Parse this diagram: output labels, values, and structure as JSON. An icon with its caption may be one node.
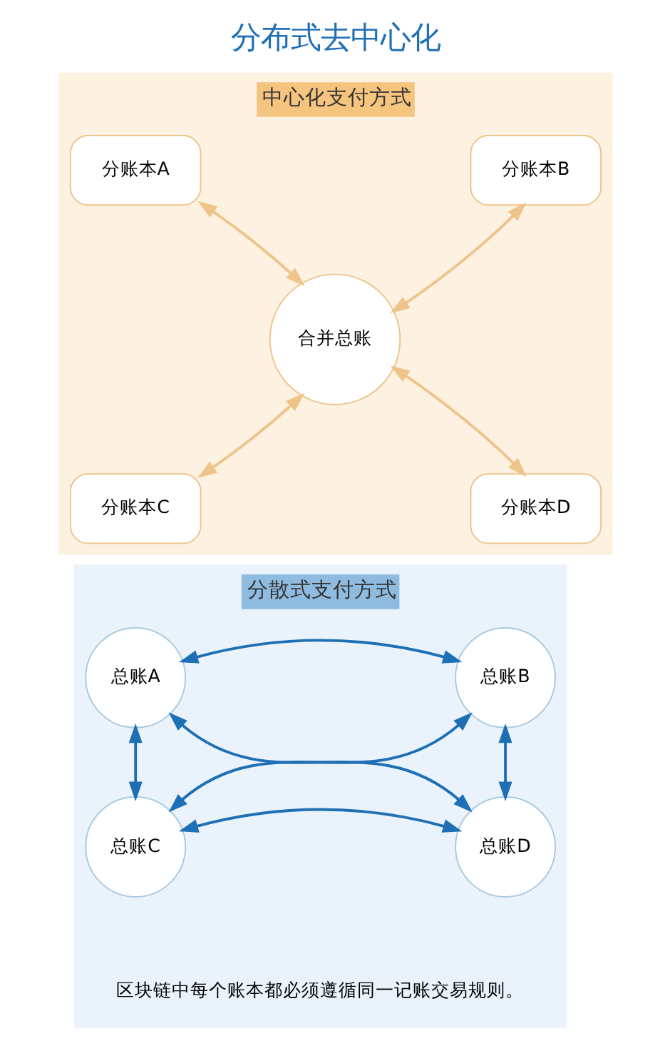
{
  "diagram": {
    "title": "分布式去中心化",
    "nodes": [
      {
        "text": [
          "中心化支付方式"
        ]
      },
      {
        "text": [
          "分账本A"
        ],
        "in": 0
      },
      {
        "text": [
          "分账本B"
        ],
        "in": 0
      },
      {
        "text": [
          "合并总账"
        ],
        "in": 0
      },
      {
        "text": [
          "分账本C"
        ],
        "in": 0
      },
      {
        "text": [
          "分账本D"
        ],
        "in": 0
      },
      {
        "text": [
          "分散式支付方式"
        ]
      },
      {
        "text": [
          "总账A"
        ],
        "in": 6
      },
      {
        "text": [
          "总账B"
        ],
        "in": 6
      },
      {
        "text": [
          "总账C"
        ],
        "in": 6
      },
      {
        "text": [
          "总账D"
        ],
        "in": 6
      }
    ],
    "edges": [
      {
        "from": 1,
        "to": 3,
        "arrow": "both",
        "color": "#eec48a"
      },
      {
        "from": 2,
        "to": 3,
        "arrow": "both",
        "color": "#eec48a"
      },
      {
        "from": 4,
        "to": 3,
        "arrow": "both",
        "color": "#eec48a"
      },
      {
        "from": 5,
        "to": 3,
        "arrow": "both",
        "color": "#eec48a"
      },
      {
        "from": 7,
        "to": 8,
        "arrow": "both"
      },
      {
        "from": 7,
        "to": 9,
        "arrow": "both"
      },
      {
        "from": 8,
        "to": 10,
        "arrow": "both"
      },
      {
        "from": 7,
        "to": 10,
        "arrow": "both"
      },
      {
        "from": 8,
        "to": 9,
        "arrow": "both"
      },
      {
        "from": 9,
        "to": 10,
        "arrow": "both"
      }
    ],
    "labels": [
      "区块链中每个账本都必须遵循同一记账交易规则。"
    ]
  }
}
